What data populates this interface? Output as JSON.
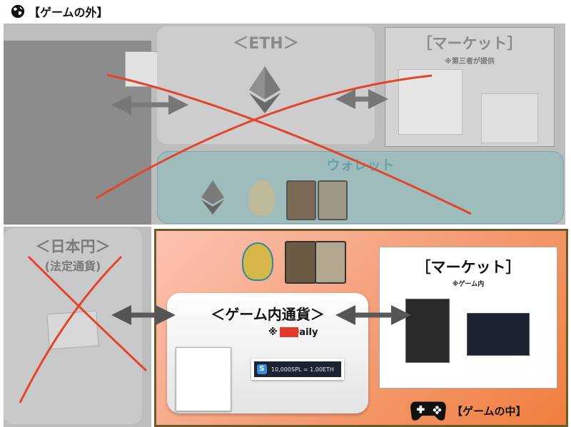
{
  "outside": {
    "title": "【ゲームの外】",
    "eth_label": "＜ETH＞",
    "market_label": "［マーケット］",
    "market_note": "※第三者が提供",
    "wallet_label": "ウォレット",
    "jpy_label": "＜日本円＞",
    "jpy_sub": "(法定通貨)"
  },
  "inside": {
    "title": "【ゲームの中】",
    "currency_label": "＜ゲーム内通貨＞",
    "currency_note": "※   orDaily",
    "market_label": "［マーケット］",
    "market_note": "※ゲーム内",
    "rate_text": "10,000SPL = 1.00ETH"
  },
  "colors": {
    "cross": "#e3442a",
    "accent_orange": "#f07e3e",
    "wallet_teal": "#9fbcbc",
    "game_border": "#6c5a2a"
  },
  "icons": [
    "globe-icon",
    "ethereum-icon",
    "gamepad-icon",
    "spl-token-icon"
  ]
}
